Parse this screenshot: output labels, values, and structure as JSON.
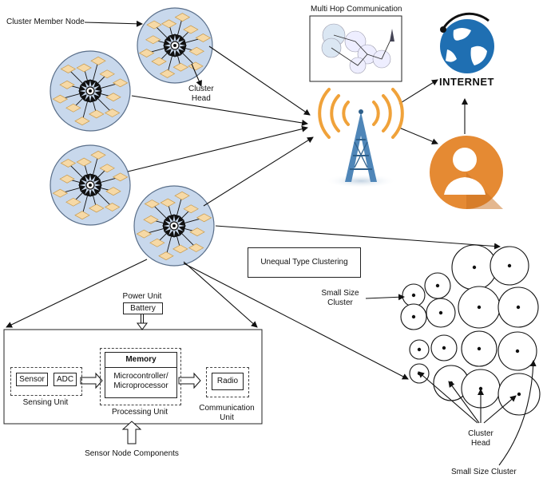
{
  "labels": {
    "cluster_member_node": "Cluster Member Node",
    "cluster_head": "Cluster\nHead",
    "multi_hop": "Multi Hop Communication",
    "internet": "INTERNET",
    "unequal_clustering": "Unequal Type Clustering",
    "small_size_cluster_top": "Small Size\nCluster",
    "cluster_head_bottom": "Cluster\nHead",
    "small_size_cluster_bottom": "Small Size Cluster",
    "power_unit": "Power Unit",
    "battery": "Battery",
    "sensor": "Sensor",
    "adc": "ADC",
    "sensing_unit": "Sensing Unit",
    "memory": "Memory",
    "microcontroller": "Microcontroller/\nMicroprocessor",
    "processing_unit": "Processing Unit",
    "radio": "Radio",
    "communication_unit": "Communication\nUnit",
    "sensor_node_components": "Sensor Node Components"
  },
  "colors": {
    "cluster_fill": "#c8d8ec",
    "cluster_stroke": "#5a6f8a",
    "node_fill": "#f6d9a6",
    "node_stroke": "#c99a4a",
    "tower": "#4f86b8",
    "signal": "#f0a23a",
    "globe": "#1f6fb2",
    "user_bg": "#e58a33"
  },
  "icons": {
    "tower": "cell-tower-icon",
    "globe": "internet-globe-icon",
    "user": "user-avatar-icon"
  }
}
